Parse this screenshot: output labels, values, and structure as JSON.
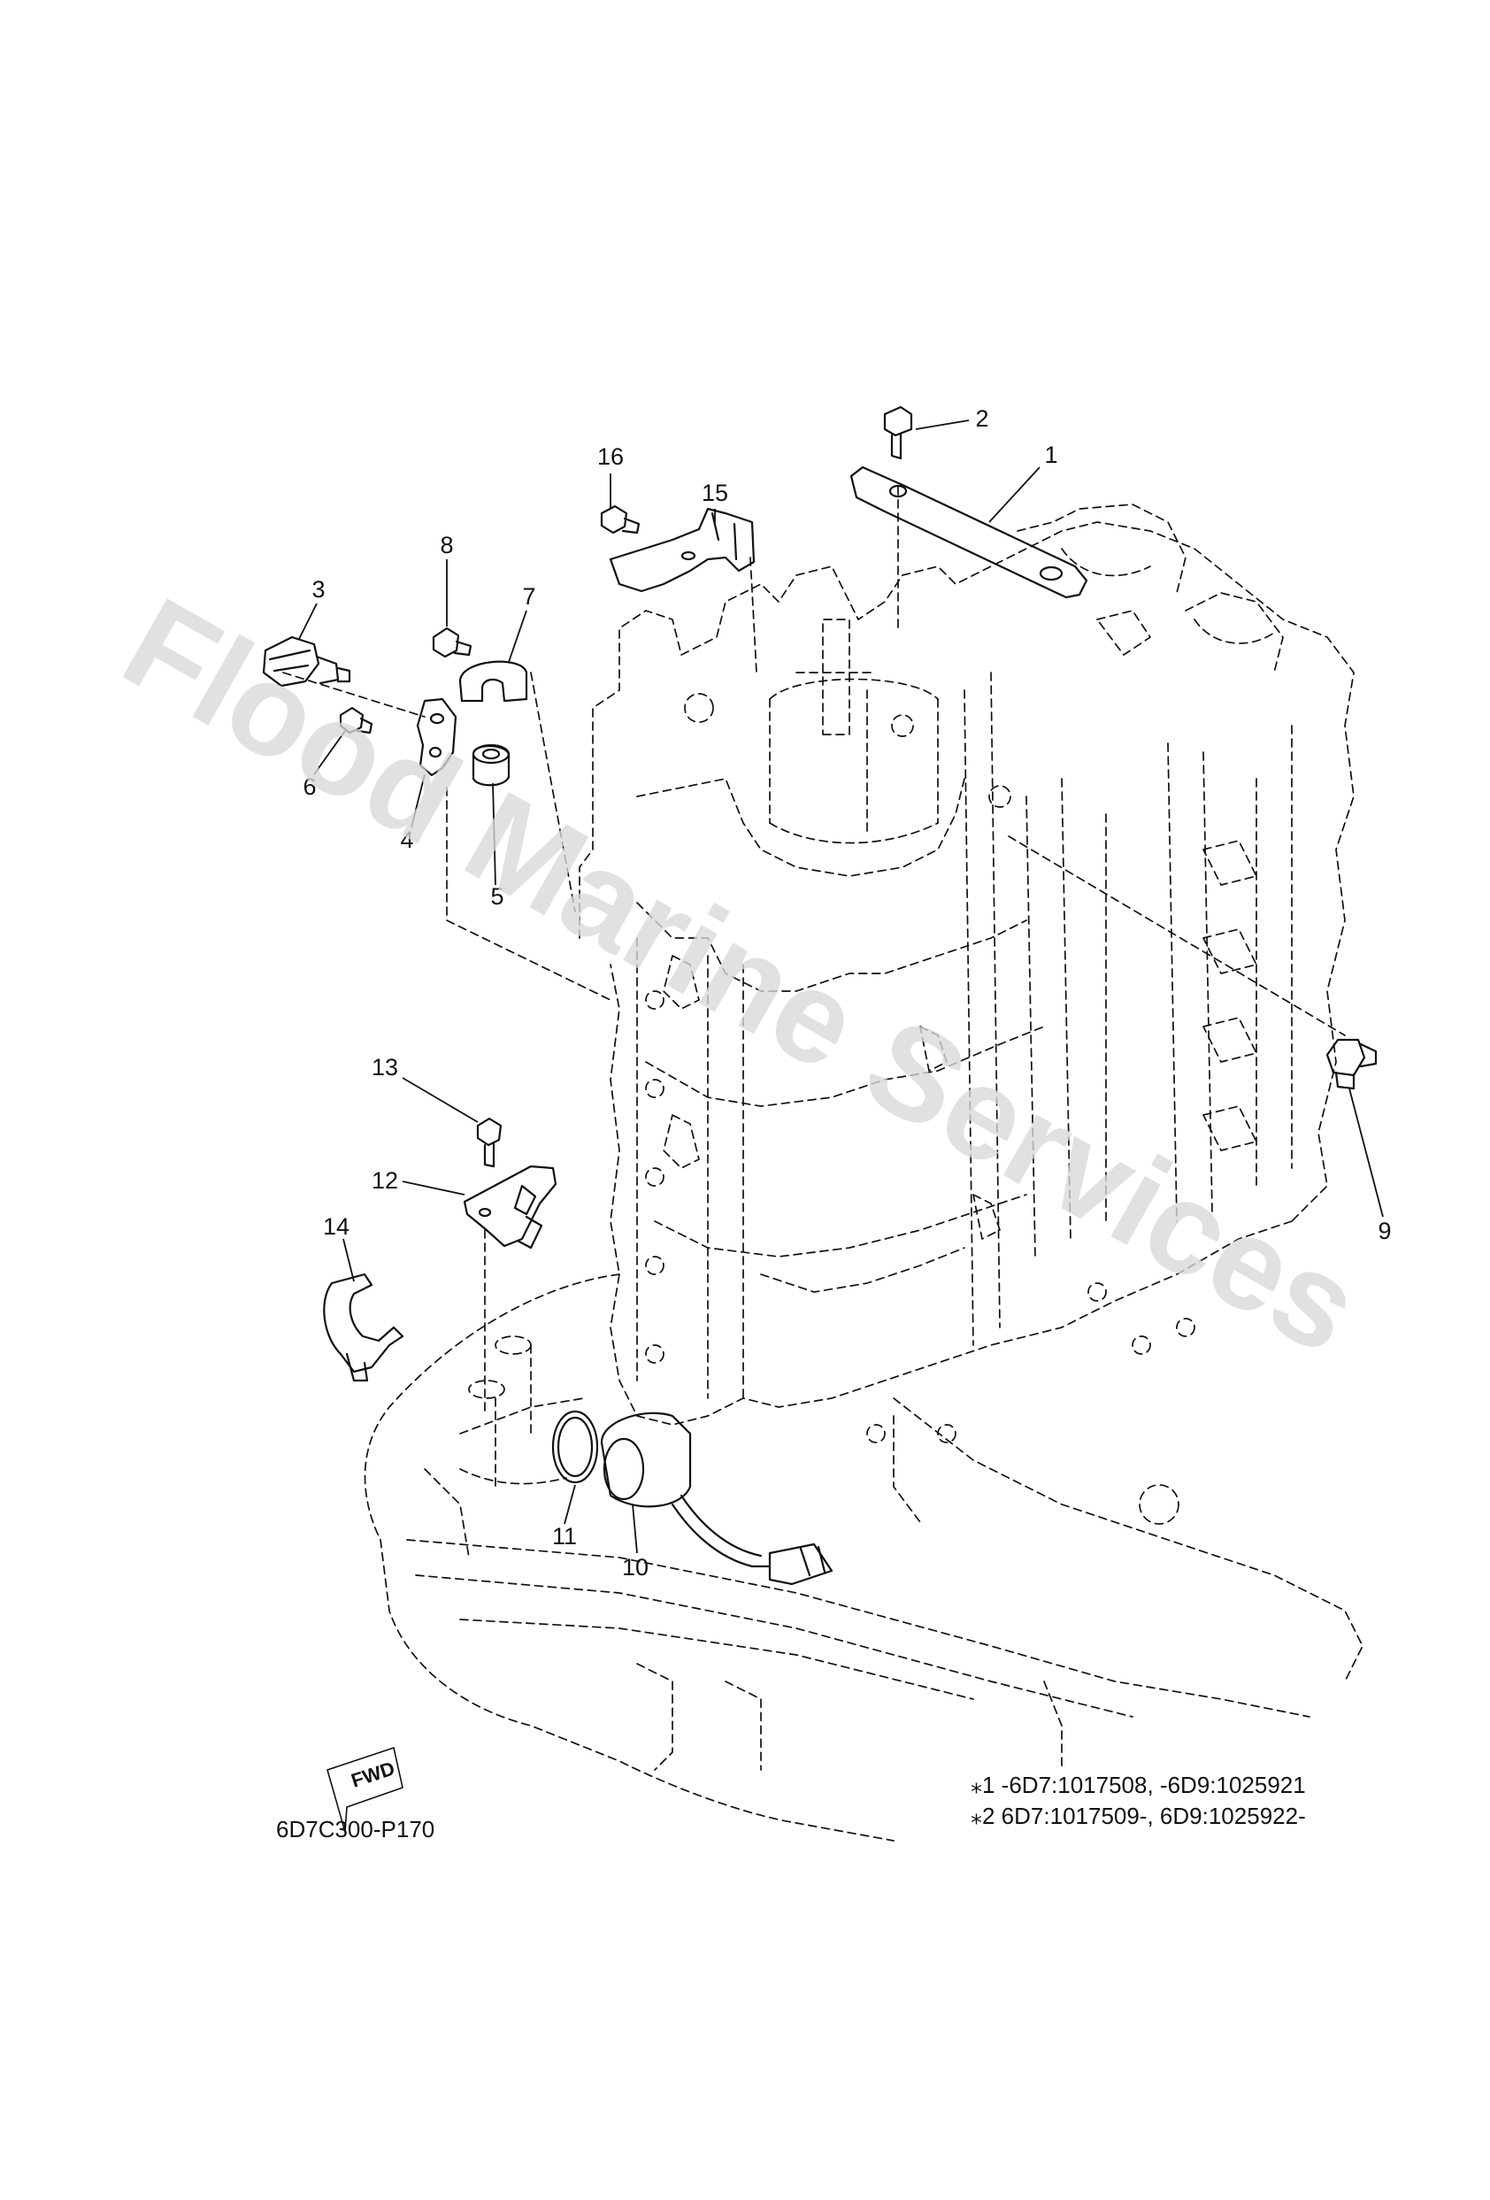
{
  "watermark": "Flood Marine Services",
  "diagram_code": "6D7C300-P170",
  "fwd_label": "FWD",
  "serial_notes": [
    "⁎1  -6D7:1017508, -6D9:1025921",
    "⁎2   6D7:1017509-, 6D9:1025922-"
  ],
  "part_numbers": [
    "1",
    "2",
    "3",
    "4",
    "5",
    "6",
    "7",
    "8",
    "9",
    "10",
    "11",
    "12",
    "13",
    "14",
    "15",
    "16"
  ]
}
